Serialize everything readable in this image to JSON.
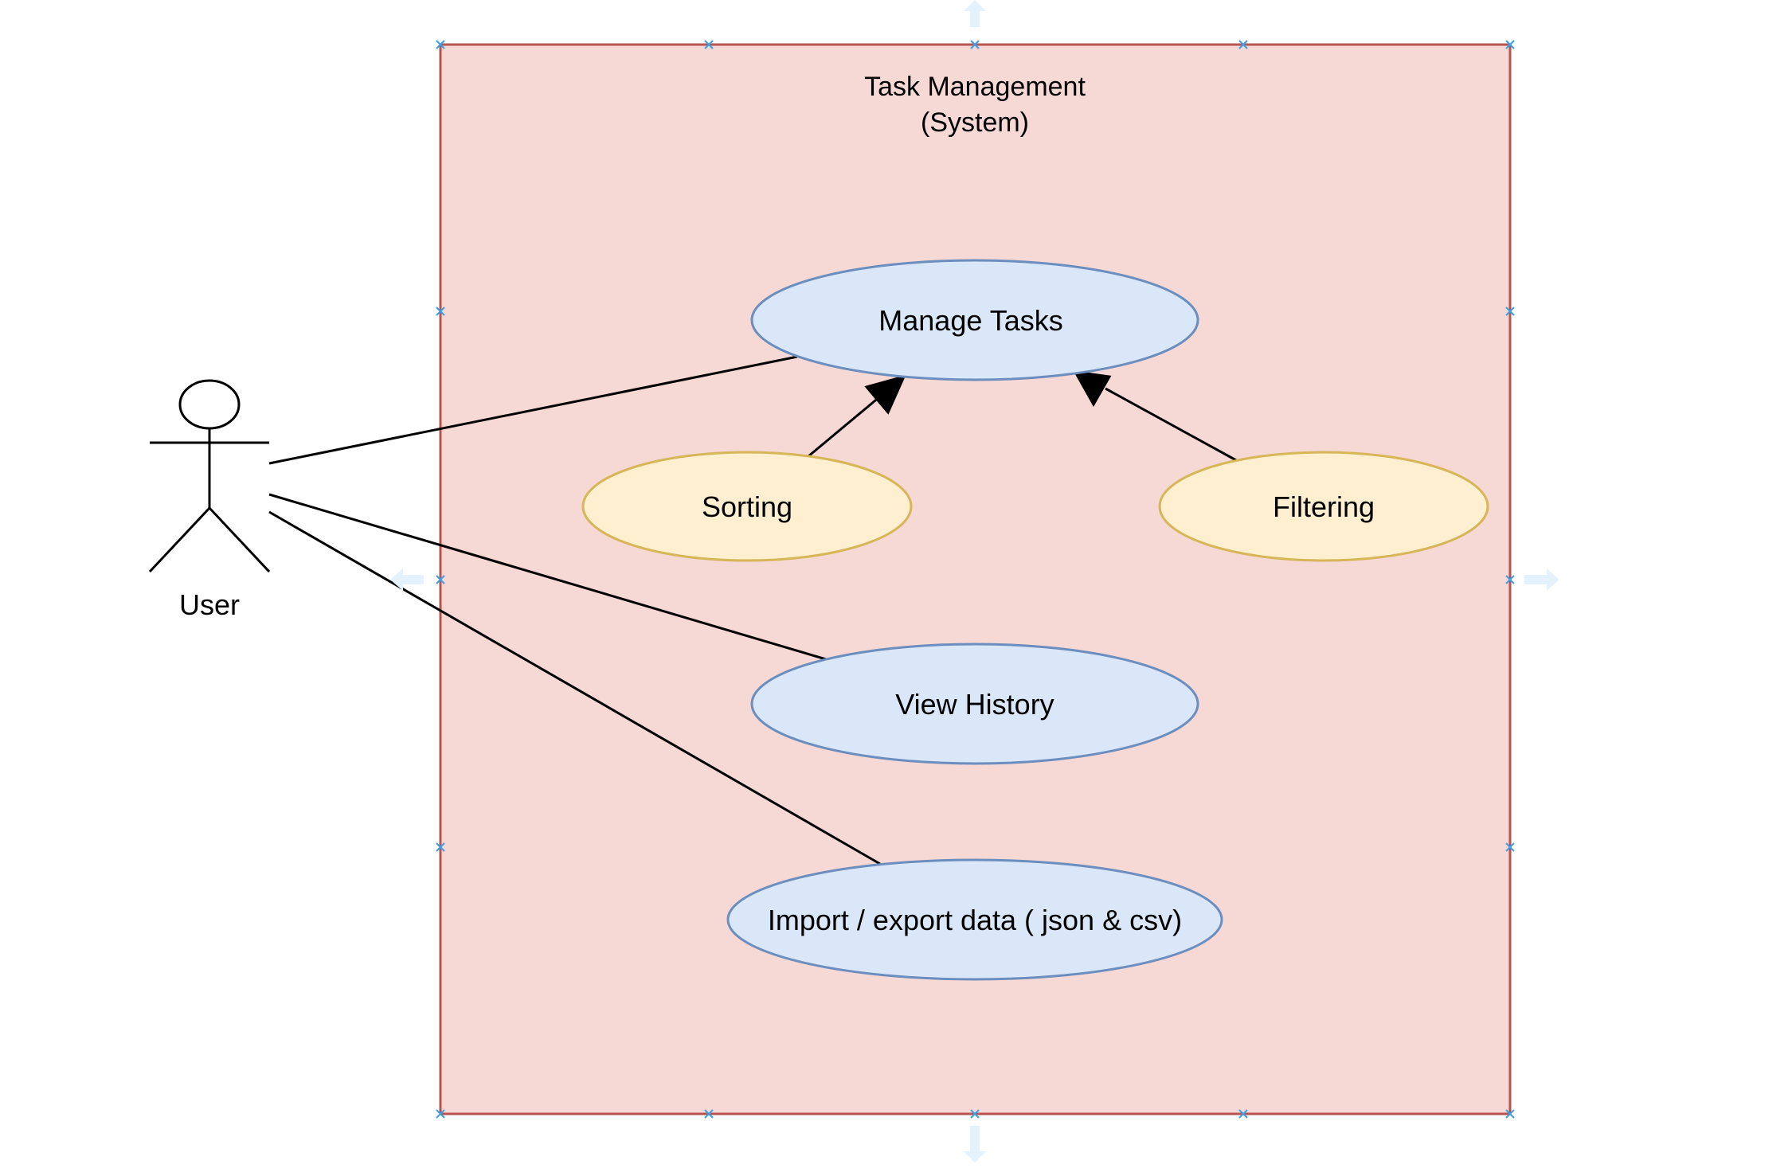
{
  "system": {
    "title_line1": "Task Management",
    "title_line2": "(System)"
  },
  "actor": {
    "label": "User"
  },
  "use_cases": {
    "manage_tasks": "Manage Tasks",
    "sorting": "Sorting",
    "filtering": "Filtering",
    "view_history": "View History",
    "import_export": "Import / export data ( json & csv)"
  },
  "colors": {
    "system_fill": "#f6d8d4",
    "system_stroke": "#b85450",
    "primary_usecase_fill": "#dae7f9",
    "primary_usecase_stroke": "#6c8ebf",
    "secondary_usecase_fill": "#fdefcf",
    "secondary_usecase_stroke": "#d6b656",
    "line": "#000000",
    "selection_handle": "#3a9fe6",
    "hover_arrow": "#e3f2fd"
  }
}
